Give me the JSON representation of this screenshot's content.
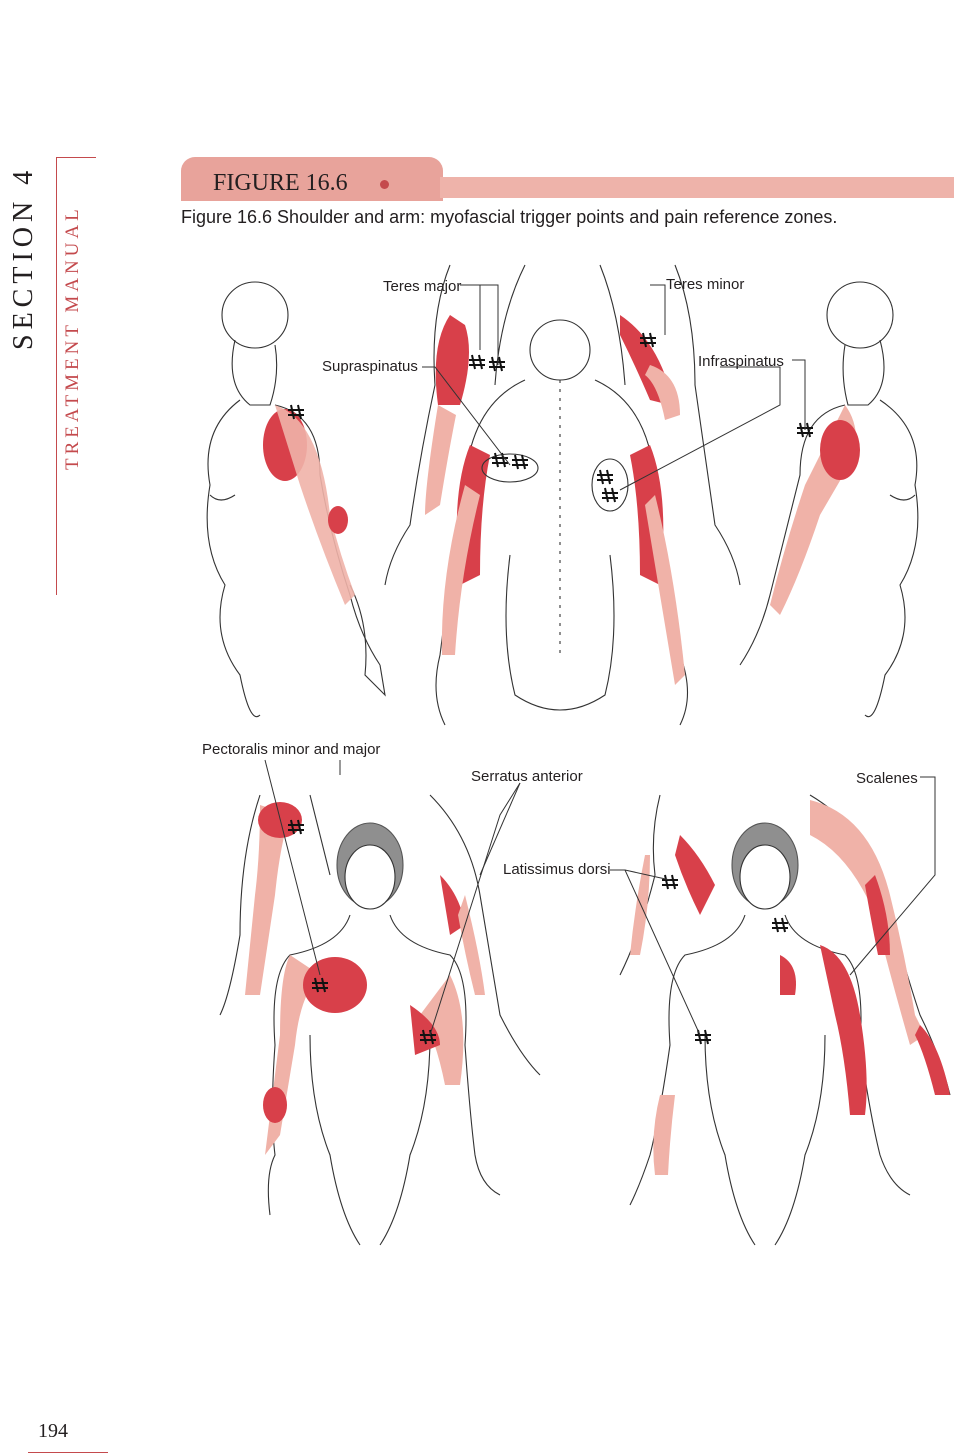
{
  "side": {
    "section": "SECTION 4",
    "manual": "TREATMENT MANUAL"
  },
  "figure": {
    "title": "FIGURE 16.6",
    "caption": "Figure 16.6 Shoulder and arm: myofascial trigger points and pain reference zones."
  },
  "labels": {
    "teres_major": "Teres major",
    "teres_minor": "Teres minor",
    "supraspinatus": "Supraspinatus",
    "infraspinatus": "Infraspinatus",
    "pectoralis": "Pectoralis minor and major",
    "serratus": "Serratus anterior",
    "latissimus": "Latissimus dorsi",
    "scalenes": "Scalenes"
  },
  "colors": {
    "accent": "#c44a4d",
    "tab": "#e8a39b",
    "pain_light": "#f0b2a8",
    "pain_dark": "#d8404a"
  },
  "page_number": "194"
}
